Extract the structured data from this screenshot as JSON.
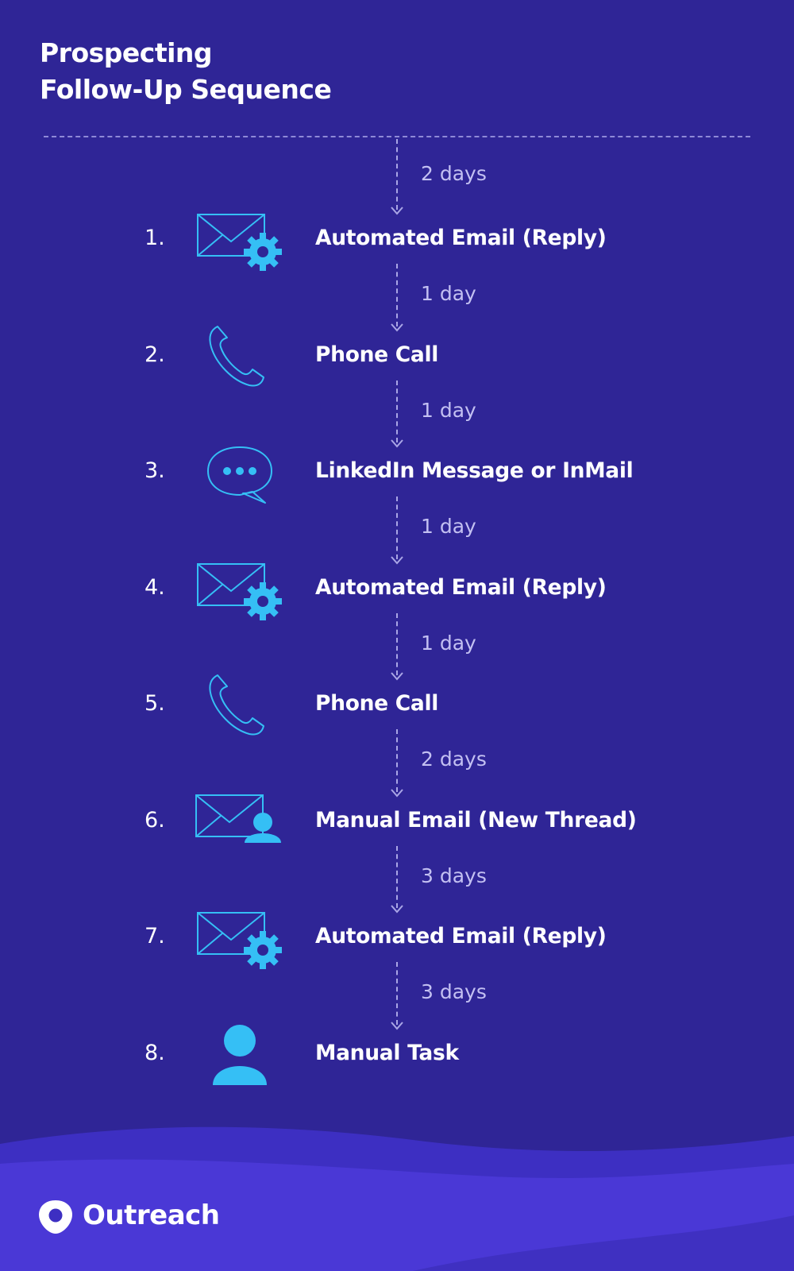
{
  "title": {
    "line1": "Prospecting",
    "line2": "Follow-Up Sequence"
  },
  "delays": [
    "2 days",
    "1 day",
    "1 day",
    "1 day",
    "1 day",
    "2 days",
    "3 days",
    "3 days"
  ],
  "steps": [
    {
      "number": "1.",
      "label": "Automated Email (Reply)",
      "icon": "email-gear-icon"
    },
    {
      "number": "2.",
      "label": "Phone Call",
      "icon": "phone-icon"
    },
    {
      "number": "3.",
      "label": "LinkedIn Message or InMail",
      "icon": "chat-bubble-icon"
    },
    {
      "number": "4.",
      "label": "Automated Email (Reply)",
      "icon": "email-gear-icon"
    },
    {
      "number": "5.",
      "label": "Phone Call",
      "icon": "phone-icon"
    },
    {
      "number": "6.",
      "label": "Manual Email (New Thread)",
      "icon": "email-person-icon"
    },
    {
      "number": "7.",
      "label": "Automated Email (Reply)",
      "icon": "email-gear-icon"
    },
    {
      "number": "8.",
      "label": "Manual Task",
      "icon": "person-icon"
    }
  ],
  "footer": {
    "brand": "Outreach",
    "logo_icon": "outreach-logo-icon"
  },
  "colors": {
    "background": "#2f2596",
    "icon_accent": "#35bff5",
    "delay_text": "#c3c0f2",
    "footer_wave": "#4a38d6"
  }
}
